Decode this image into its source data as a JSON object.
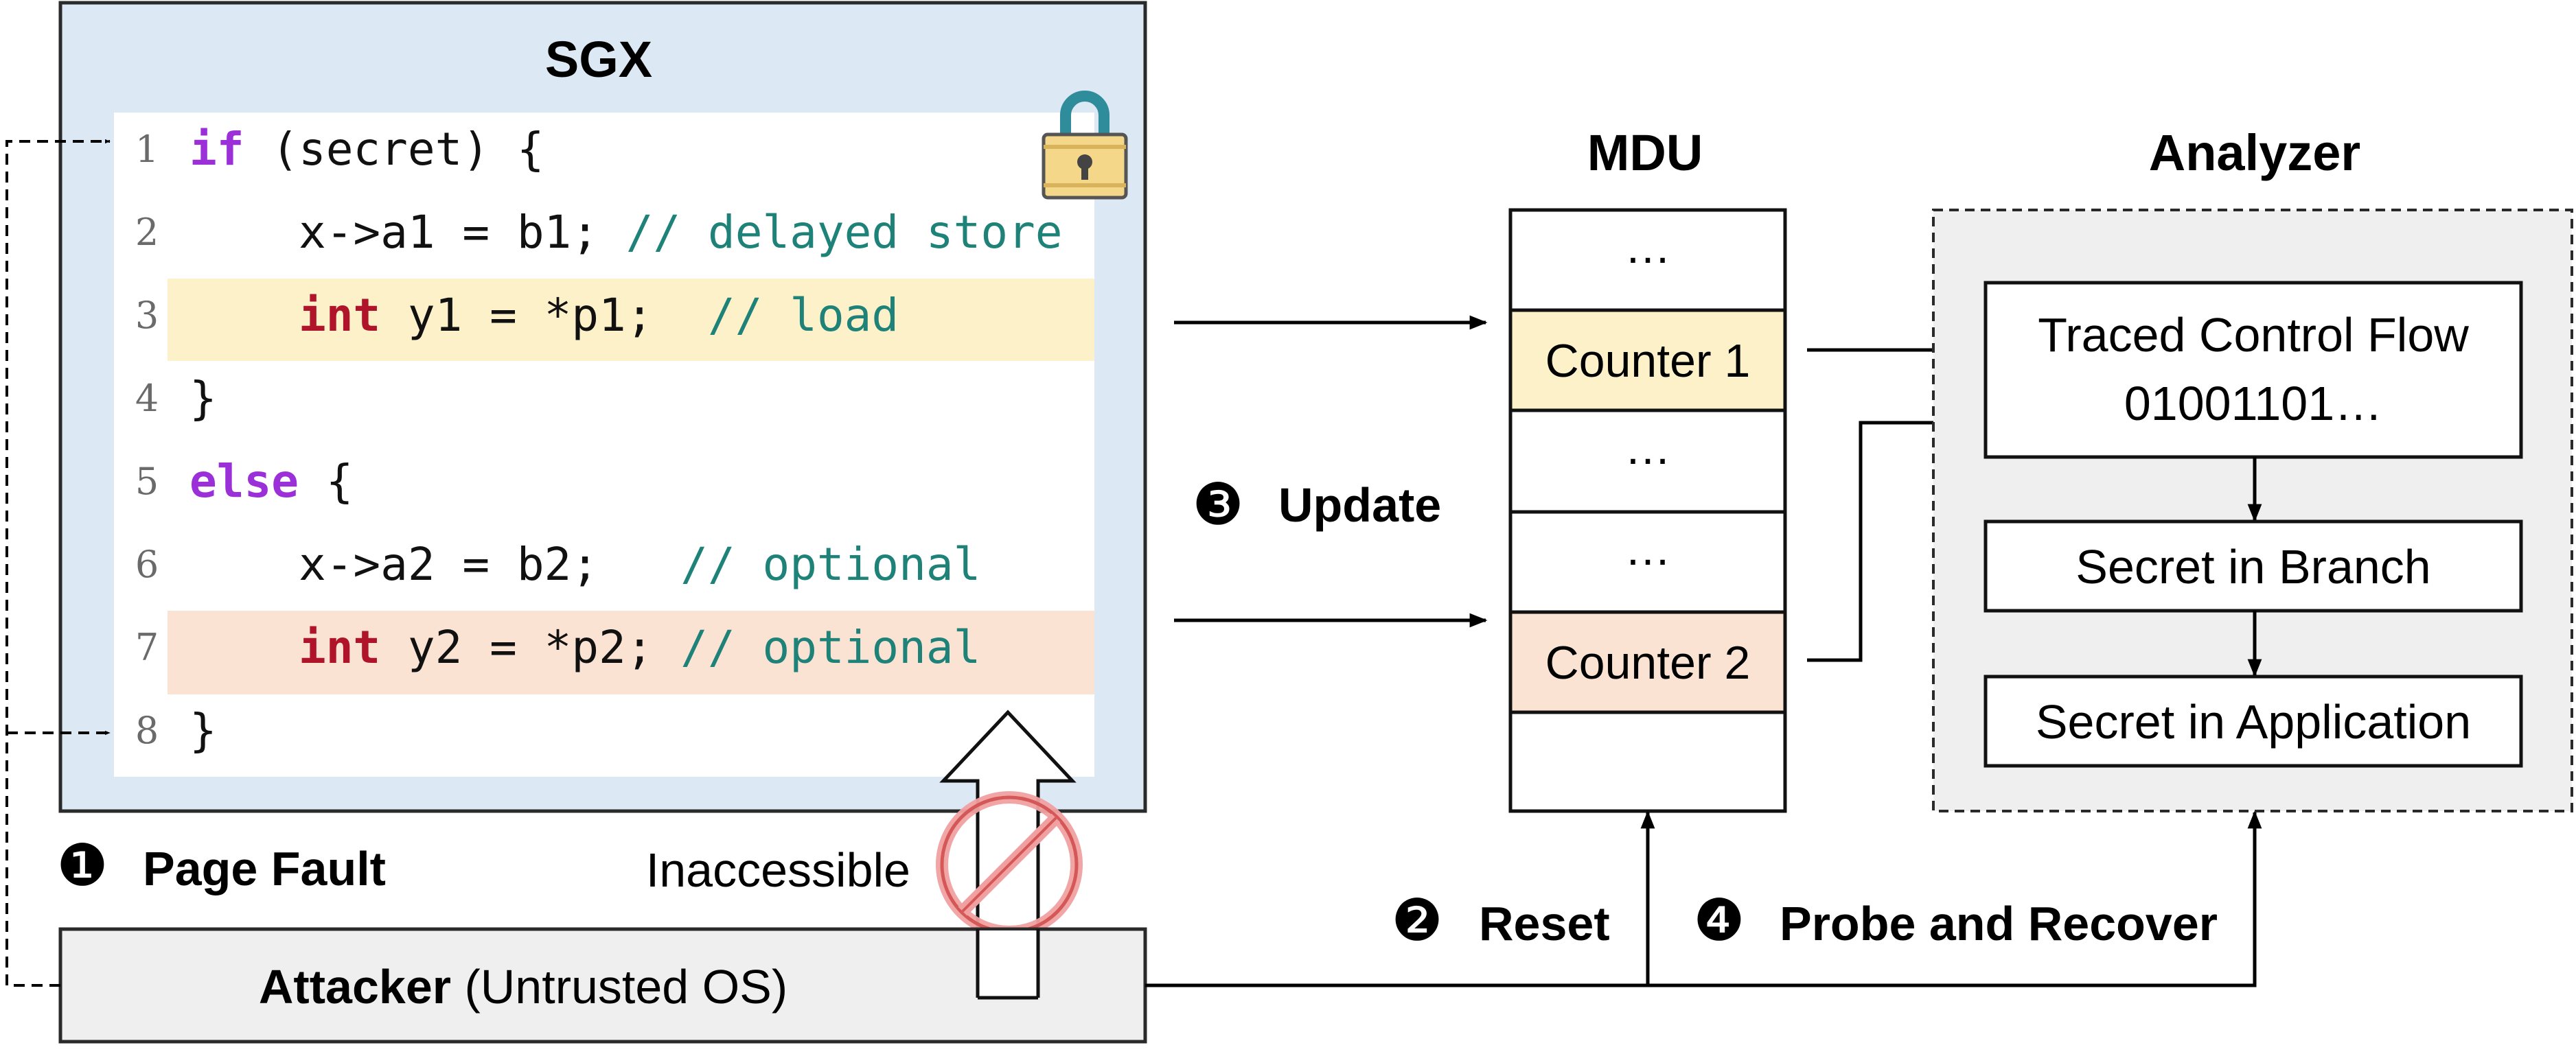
{
  "sgx": {
    "title": "SGX",
    "code_lines": [
      {
        "num": "1",
        "tokens": [
          {
            "t": "if",
            "c": "kw"
          },
          {
            "t": " (secret) {",
            "c": "plain"
          }
        ]
      },
      {
        "num": "2",
        "tokens": [
          {
            "t": "    x->a1 = b1; ",
            "c": "plain"
          },
          {
            "t": "// delayed store",
            "c": "comment"
          }
        ]
      },
      {
        "num": "3",
        "tokens": [
          {
            "t": "    ",
            "c": "plain"
          },
          {
            "t": "int",
            "c": "type"
          },
          {
            "t": " y1 = *p1;  ",
            "c": "plain"
          },
          {
            "t": "// load",
            "c": "comment"
          }
        ]
      },
      {
        "num": "4",
        "tokens": [
          {
            "t": "}",
            "c": "plain"
          }
        ]
      },
      {
        "num": "5",
        "tokens": [
          {
            "t": "else",
            "c": "kw"
          },
          {
            "t": " {",
            "c": "plain"
          }
        ]
      },
      {
        "num": "6",
        "tokens": [
          {
            "t": "    x->a2 = b2;   ",
            "c": "plain"
          },
          {
            "t": "// optional",
            "c": "comment"
          }
        ]
      },
      {
        "num": "7",
        "tokens": [
          {
            "t": "    ",
            "c": "plain"
          },
          {
            "t": "int",
            "c": "type"
          },
          {
            "t": " y2 = *p2; ",
            "c": "plain"
          },
          {
            "t": "// optional",
            "c": "comment"
          }
        ]
      },
      {
        "num": "8",
        "tokens": [
          {
            "t": "}",
            "c": "plain"
          }
        ]
      }
    ]
  },
  "mdu": {
    "title": "MDU",
    "cells": [
      "…",
      "Counter 1",
      "…",
      "…",
      "Counter 2",
      ""
    ]
  },
  "analyzer": {
    "title": "Analyzer",
    "trace_line1": "Traced Control Flow",
    "trace_line2": "01001101…",
    "branch": "Secret in Branch",
    "application": "Secret in Application"
  },
  "steps": {
    "page_fault": {
      "num": "❶",
      "label": "Page Fault"
    },
    "reset": {
      "num": "❷",
      "label": "Reset"
    },
    "update": {
      "num": "❸",
      "label": "Update"
    },
    "probe": {
      "num": "❹",
      "label": "Probe and Recover"
    }
  },
  "attacker": {
    "bold": "Attacker",
    "rest": " (Untrusted OS)"
  },
  "inaccessible": "Inaccessible",
  "colors": {
    "sgx_bg": "#dce8f4",
    "highlight_load": "#fdf1c9",
    "highlight_optional": "#fbe3d4",
    "keyword": "#9b30d9",
    "type": "#b0142a",
    "comment": "#1e8278",
    "analyzer_bg": "#efefef",
    "attacker_bg": "#efefef",
    "forbidden": "#e07b7b"
  }
}
